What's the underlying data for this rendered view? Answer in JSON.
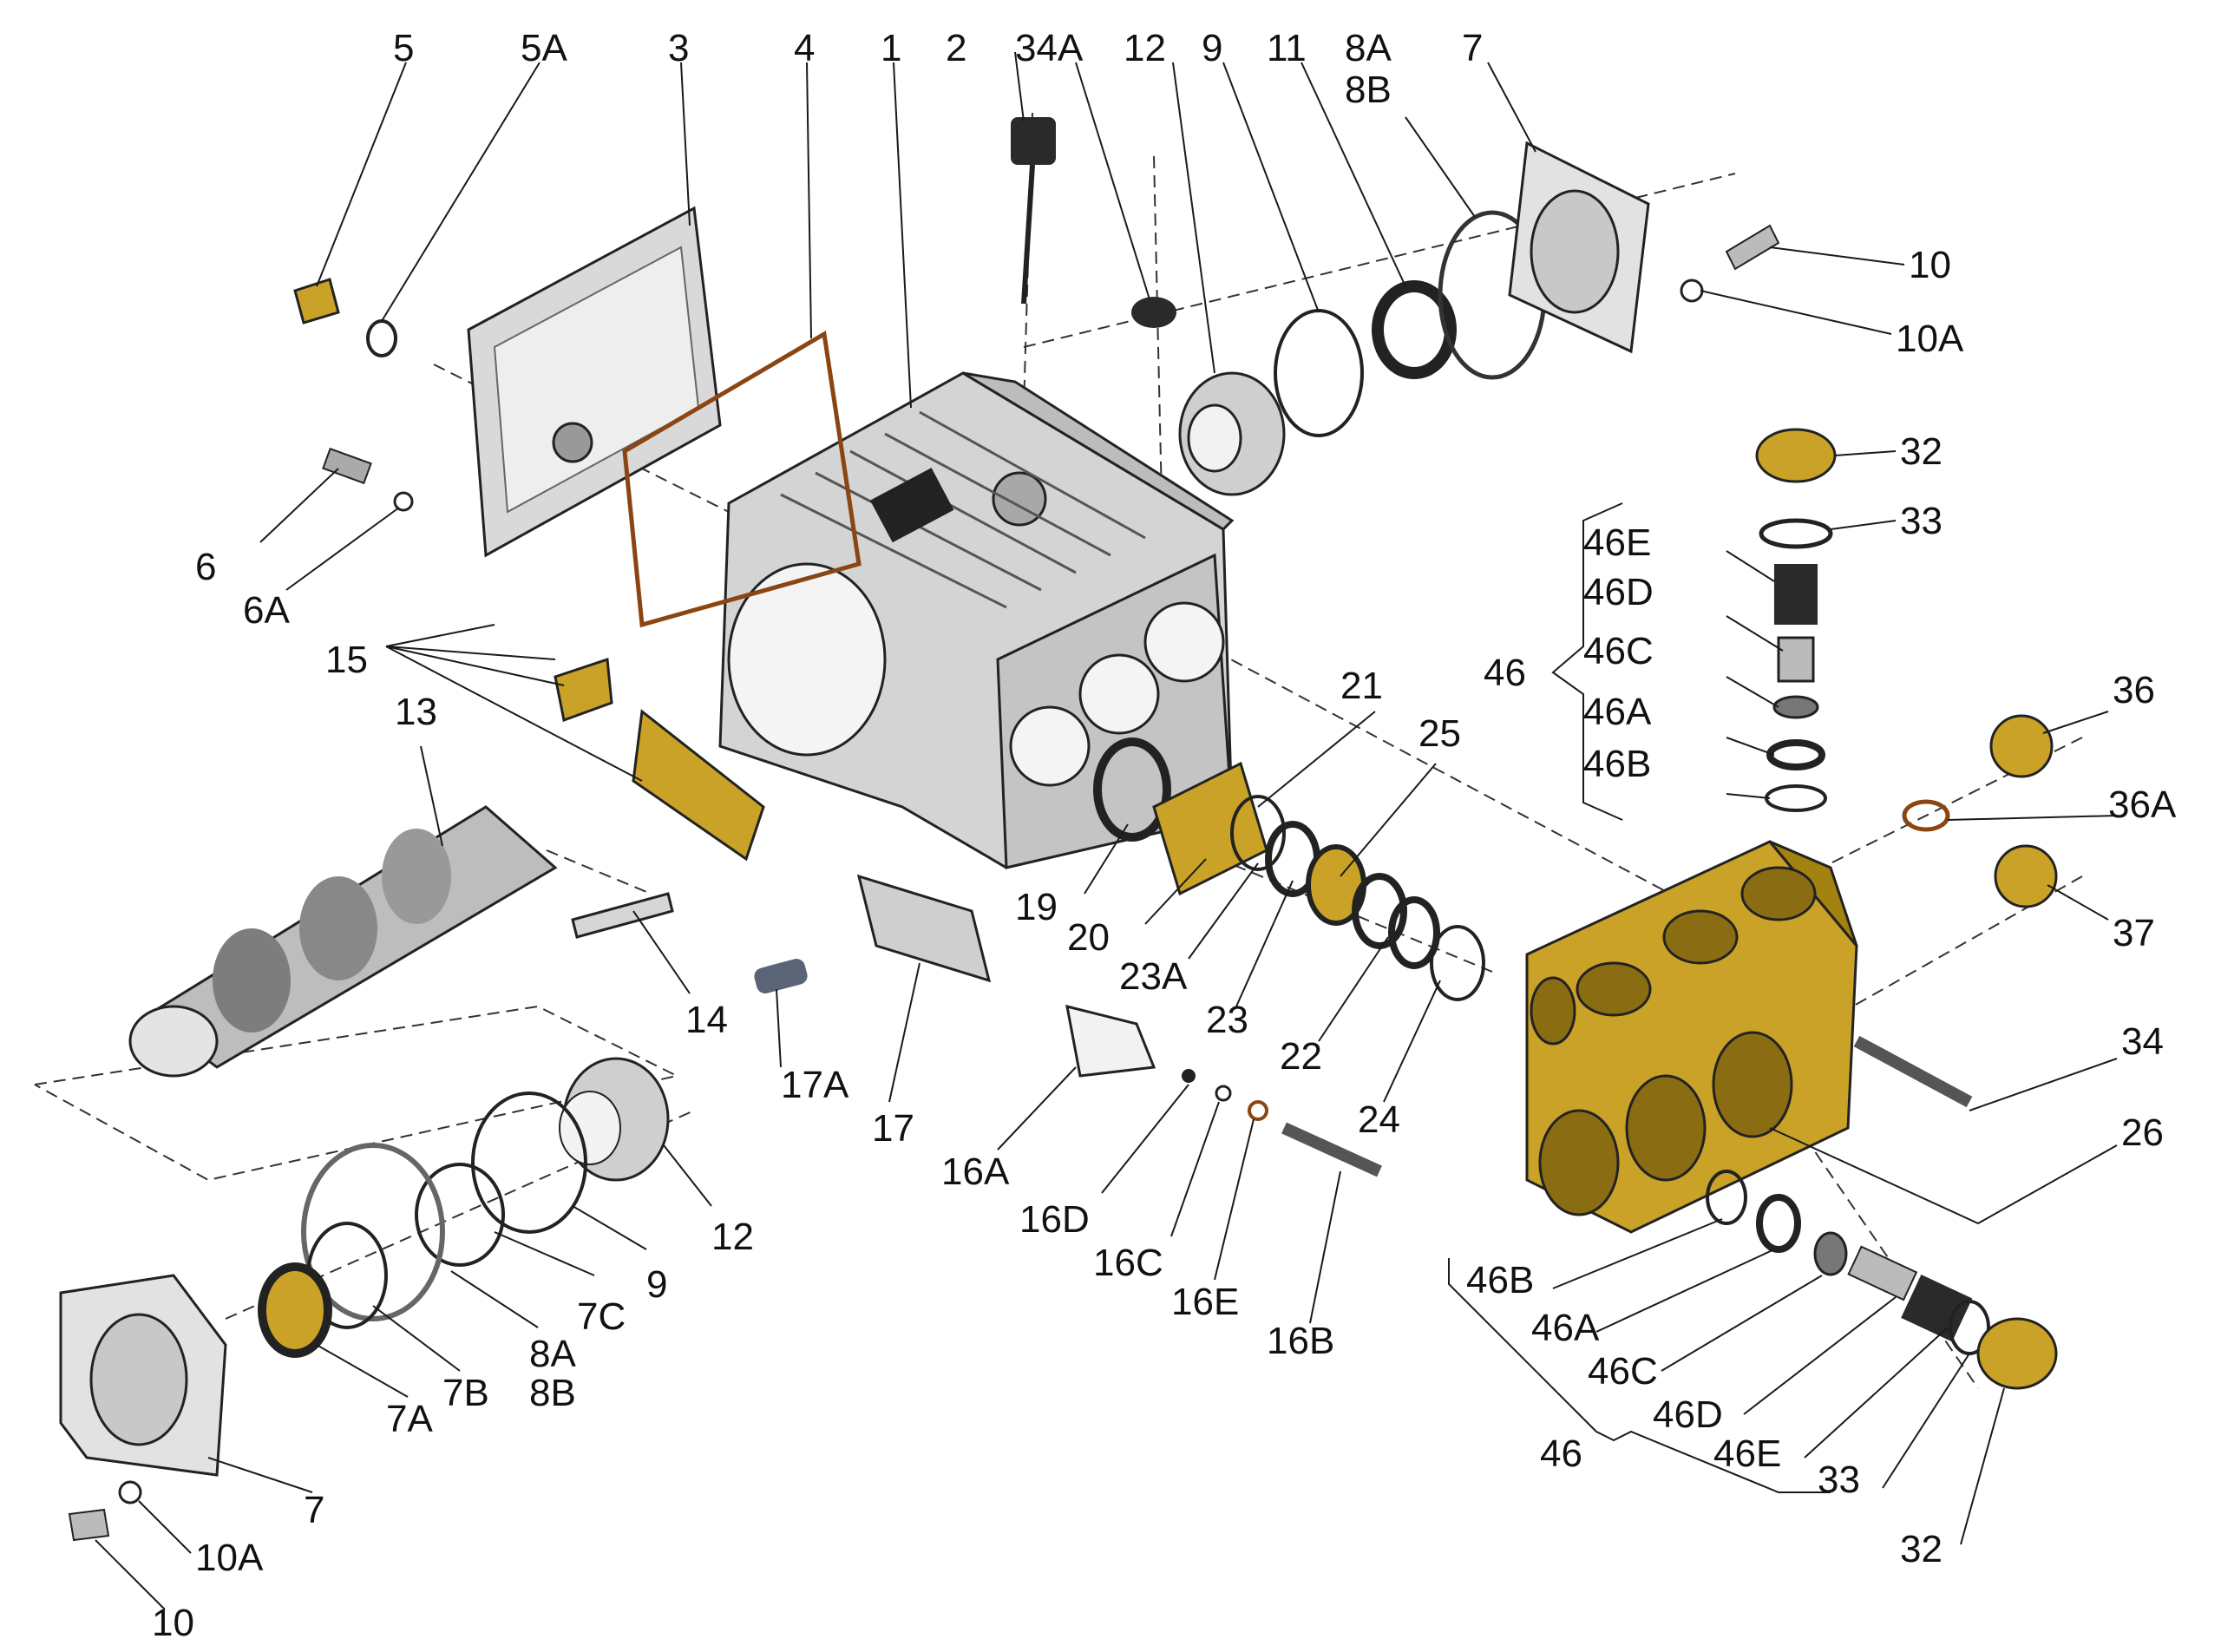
{
  "labels": {
    "p5": "5",
    "p5a": "5A",
    "p3": "3",
    "p4": "4",
    "p1": "1",
    "p2": "2",
    "p34a": "34A",
    "p12_top": "12",
    "p9_top": "9",
    "p11": "11",
    "p8a_top": "8A",
    "p8b_top": "8B",
    "p7_top": "7",
    "p10_top": "10",
    "p10a_top": "10A",
    "p32_top": "32",
    "p33_top": "33",
    "p46e_top": "46E",
    "p46d_top": "46D",
    "p46c_top": "46C",
    "p46a_top": "46A",
    "p46b_top": "46B",
    "p46_top": "46",
    "p36": "36",
    "p36a": "36A",
    "p37": "37",
    "p34": "34",
    "p26": "26",
    "p6": "6",
    "p6a": "6A",
    "p15": "15",
    "p13": "13",
    "p14": "14",
    "p21": "21",
    "p25": "25",
    "p19": "19",
    "p20": "20",
    "p23a": "23A",
    "p23": "23",
    "p22": "22",
    "p24": "24",
    "p17a": "17A",
    "p17": "17",
    "p16a": "16A",
    "p16d": "16D",
    "p16c": "16C",
    "p16e": "16E",
    "p16b": "16B",
    "p12_bot": "12",
    "p9_bot": "9",
    "p7c": "7C",
    "p8a_bot": "8A",
    "p8b_bot": "8B",
    "p7b": "7B",
    "p7a": "7A",
    "p7_bot": "7",
    "p10a_bot": "10A",
    "p10_bot": "10",
    "p46b_bot": "46B",
    "p46a_bot": "46A",
    "p46c_bot": "46C",
    "p46d_bot": "46D",
    "p46e_bot": "46E",
    "p46_bot": "46",
    "p33_bot": "33",
    "p32_bot": "32"
  },
  "colors": {
    "housing": "#d4d4d4",
    "housing_dark": "#a8a8a8",
    "brass": "#c9a227",
    "brass_dark": "#8a6d12",
    "steel": "#b9b9b9",
    "gasket": "#8b4513",
    "black_part": "#2a2a2a"
  }
}
